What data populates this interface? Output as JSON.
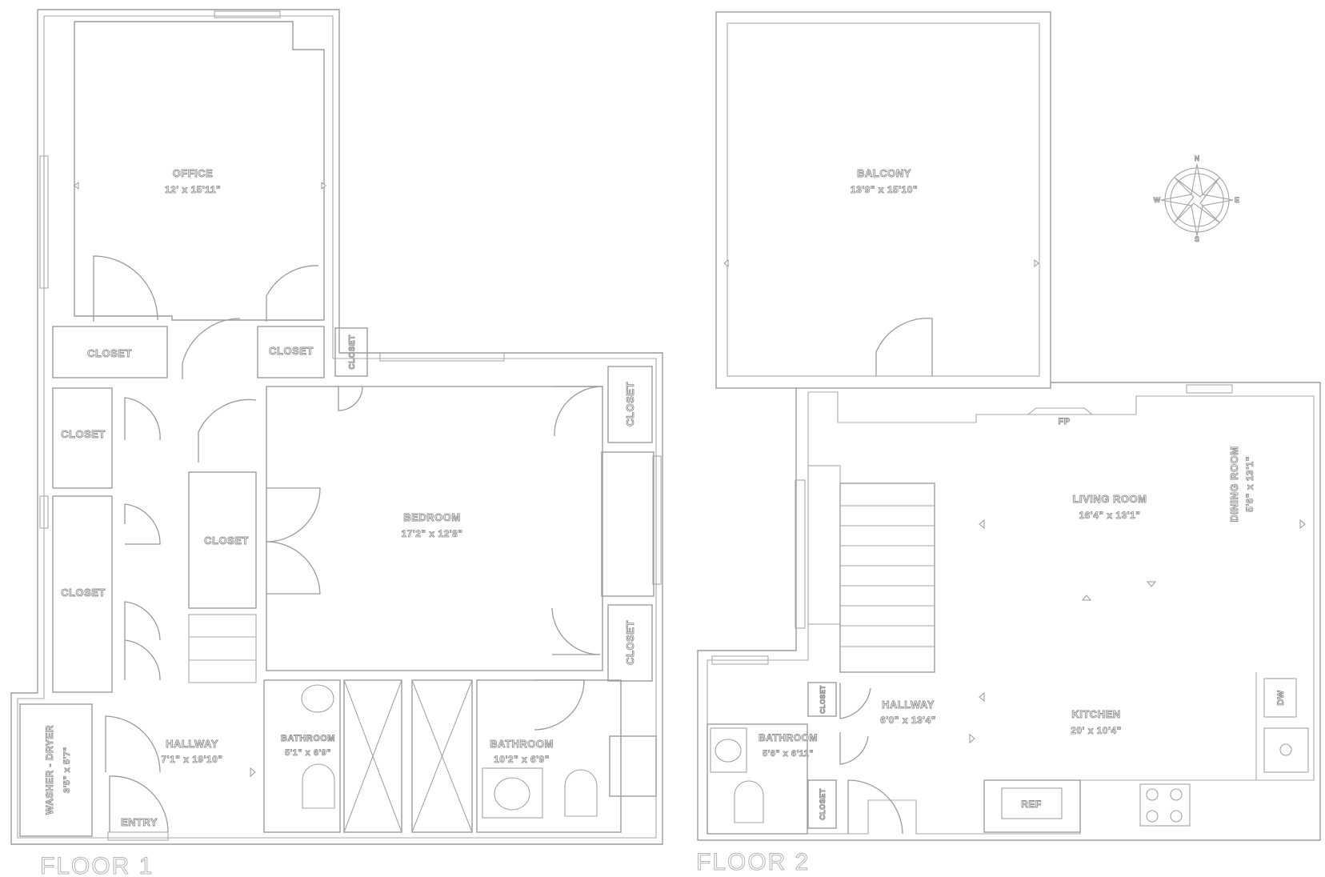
{
  "floors": [
    {
      "label": "FLOOR 1"
    },
    {
      "label": "FLOOR 2"
    }
  ],
  "rooms": {
    "office": {
      "name": "OFFICE",
      "dims": "12' x 15'11\""
    },
    "bedroom": {
      "name": "BEDROOM",
      "dims": "17'2\" x 12'8\""
    },
    "hallway1": {
      "name": "HALLWAY",
      "dims": "7'1\" x 19'10\""
    },
    "bathroom1a": {
      "name": "BATHROOM",
      "dims": "5'1\" x 6'9\""
    },
    "bathroom1b": {
      "name": "BATHROOM",
      "dims": "10'2\" x 6'9\""
    },
    "washer": {
      "name": "WASHER - DRYER",
      "dims": "3'5\" x 5'7\""
    },
    "entry": {
      "name": "ENTRY"
    },
    "balcony": {
      "name": "BALCONY",
      "dims": "13'9\" x 15'10\""
    },
    "living": {
      "name": "LIVING ROOM",
      "dims": "16'4\" x 13'1\""
    },
    "dining": {
      "name": "DINING ROOM",
      "dims": "5'6\" x 13'1\""
    },
    "hallway2": {
      "name": "HALLWAY",
      "dims": "6'0\" x 13'4\""
    },
    "kitchen": {
      "name": "KITCHEN",
      "dims": "20' x 10'4\""
    },
    "bathroom2": {
      "name": "BATHROOM",
      "dims": "5'6\" x 6'11\""
    }
  },
  "closet_label": "CLOSET",
  "fixtures": {
    "fireplace": "FP",
    "dishwasher": "DW",
    "refrigerator": "REF"
  },
  "compass": {
    "n": "N",
    "s": "S",
    "e": "E",
    "w": "W"
  }
}
